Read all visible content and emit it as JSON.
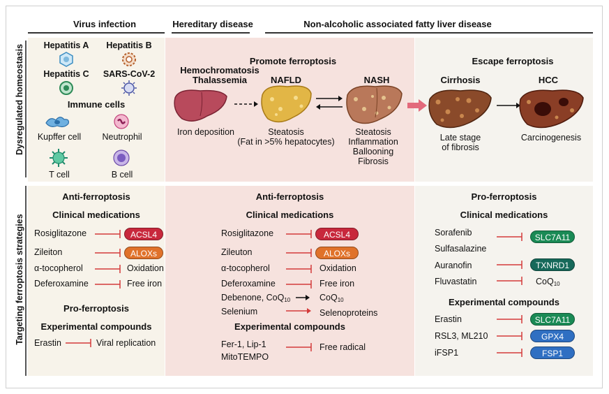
{
  "headers": {
    "virus_infection": "Virus infection",
    "hereditary_disease": "Hereditary disease",
    "nafld_group": "Non-alcoholic associated fatty liver disease"
  },
  "row_labels": {
    "dysregulated": "Dysregulated homeostasis",
    "targeting": "Targeting ferroptosis strategies"
  },
  "viruses": {
    "hepatitis_a": "Hepatitis A",
    "hepatitis_b": "Hepatitis B",
    "hepatitis_c": "Hepatitis C",
    "sars": "SARS-CoV-2",
    "immune_title": "Immune cells",
    "kupffer": "Kupffer cell",
    "neutrophil": "Neutrophil",
    "tcell": "T cell",
    "bcell": "B cell"
  },
  "promote": {
    "title": "Promote  ferroptosis",
    "hemo": "Hemochromatosis",
    "thal": "Thalassemia",
    "nafld": "NAFLD",
    "nash": "NASH",
    "iron": "Iron deposition",
    "steatosis": "Steatosis",
    "steatosis_sub": "(Fat in >5% hepatocytes)",
    "nash_1": "Steatosis",
    "nash_2": "Inflammation",
    "nash_3": "Ballooning",
    "nash_4": "Fibrosis"
  },
  "escape": {
    "title": "Escape ferroptosis",
    "cirrhosis": "Cirrhosis",
    "hcc": "HCC",
    "late1": "Late stage",
    "late2": "of fibrosis",
    "carcino": "Carcinogenesis"
  },
  "left_bottom": {
    "anti": "Anti-ferroptosis",
    "clinical": "Clinical medications",
    "drugs": [
      "Rosiglitazone",
      "Zileiton",
      "α-tocopherol",
      "Deferoxamine"
    ],
    "targets": [
      "ACSL4",
      "ALOXs",
      "Oxidation",
      "Free iron"
    ],
    "pro": "Pro-ferroptosis",
    "experimental": "Experimental compounds",
    "exp_drug": "Erastin",
    "exp_target": "Viral replication"
  },
  "mid_bottom": {
    "anti": "Anti-ferroptosis",
    "clinical": "Clinical medications",
    "drugs": [
      "Rosiglitazone",
      "Zileuton",
      "α-tocopherol",
      "Deferoxamine",
      "Debenone, CoQ",
      "Selenium"
    ],
    "drug5_sub": "10",
    "targets": [
      "ACSL4",
      "ALOXs",
      "Oxidation",
      "Free iron",
      "CoQ",
      "Selenoproteins"
    ],
    "target5_sub": "10",
    "experimental": "Experimental compounds",
    "exp_drug1": "Fer-1, Lip-1",
    "exp_drug2": "MitoTEMPO",
    "exp_target": "Free radical"
  },
  "right_bottom": {
    "pro": "Pro-ferroptosis",
    "clinical": "Clinical medications",
    "drug1a": "Sorafenib",
    "drug1b": "Sulfasalazine",
    "drug2": "Auranofin",
    "drug3": "Fluvastatin",
    "target1": "SLC7A11",
    "target2": "TXNRD1",
    "target3": "CoQ",
    "target3_sub": "10",
    "experimental": "Experimental compounds",
    "exp_drugs": [
      "Erastin",
      "RSL3, ML210",
      "iFSP1"
    ],
    "exp_targets": [
      "SLC7A11",
      "GPX4",
      "FSP1"
    ]
  },
  "colors": {
    "promote_bg": "#f6e2de",
    "left_bg": "#f7f3ea",
    "inhibit": "#d43a3a",
    "acsl4": "#c8283c",
    "alox": "#e0722a",
    "slc7a11": "#1a8a55",
    "txnrd1": "#16695a",
    "gpx4": "#2f6fc2"
  }
}
